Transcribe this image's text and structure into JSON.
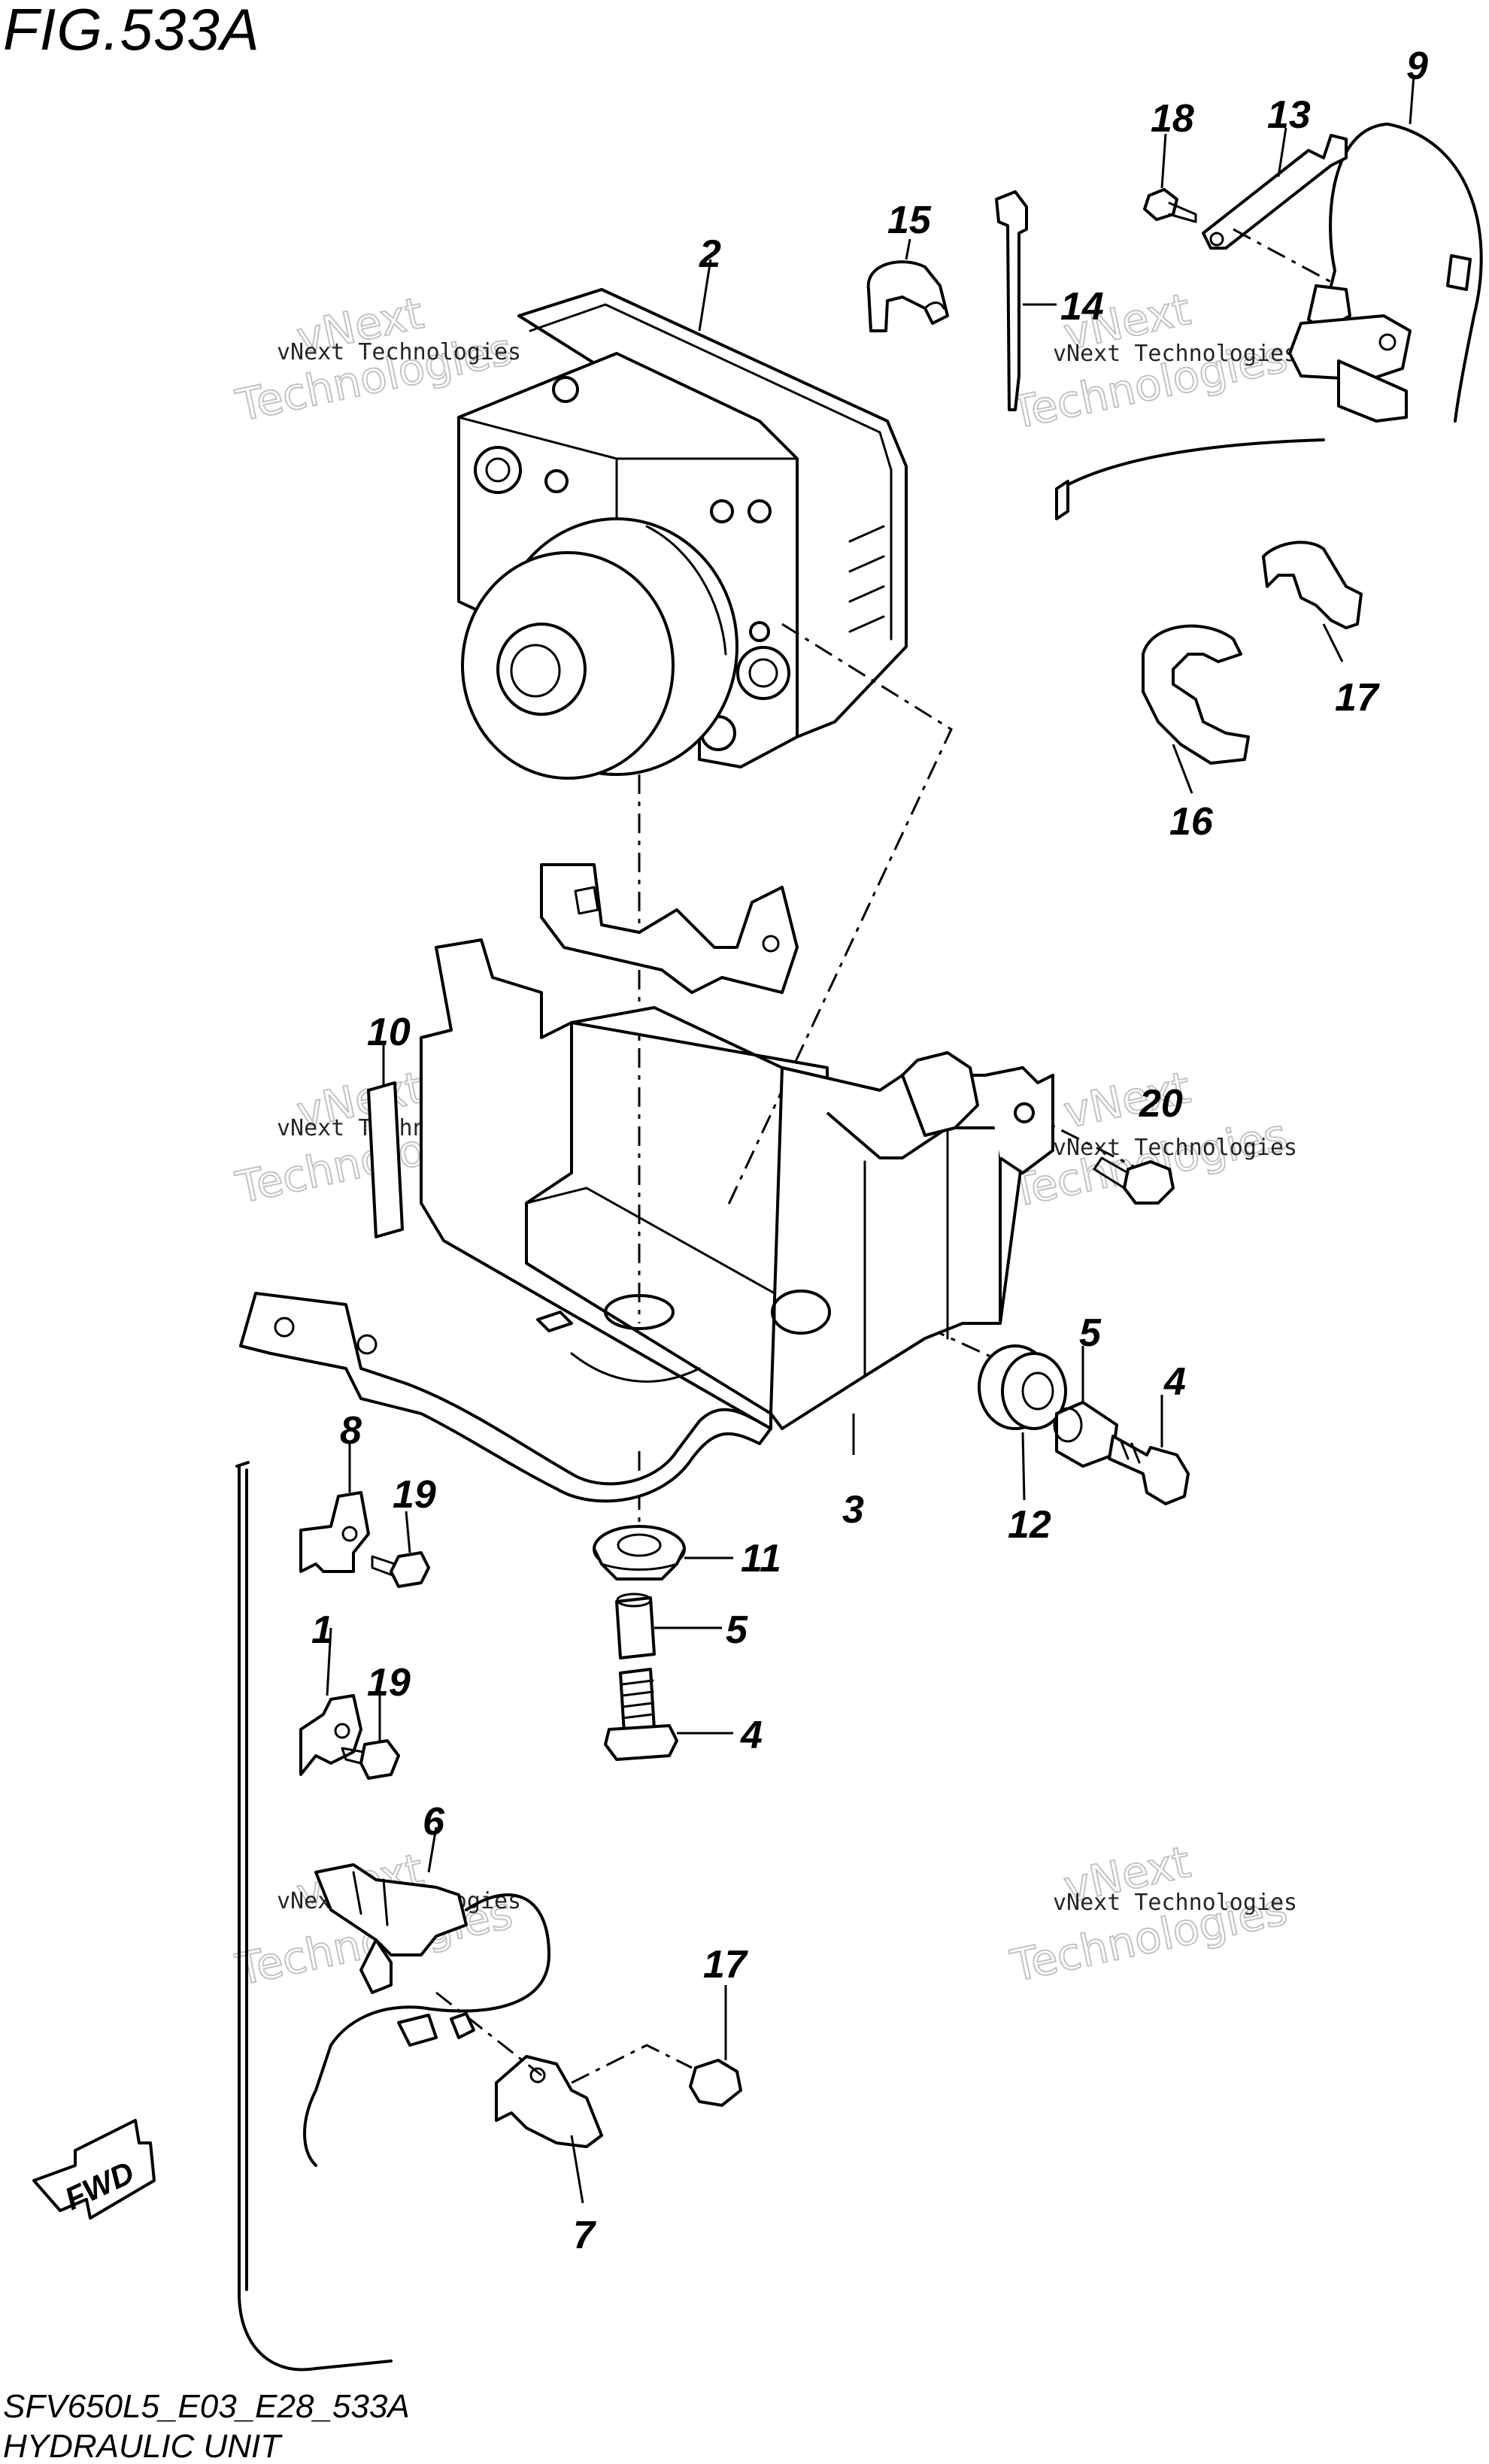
{
  "figure": {
    "title": "FIG.533A",
    "code": "SFV650L5_E03_E28_533A",
    "name": "HYDRAULIC UNIT"
  },
  "fwd_label": "FWD",
  "watermark": {
    "line1": "vNext Technologies",
    "line2": "Technologies",
    "line3": "vNext"
  },
  "callouts": {
    "c1": "1",
    "c2": "2",
    "c3": "3",
    "c4a": "4",
    "c4b": "4",
    "c5a": "5",
    "c5b": "5",
    "c6": "6",
    "c7": "7",
    "c8": "8",
    "c9": "9",
    "c10": "10",
    "c11": "11",
    "c12": "12",
    "c13": "13",
    "c14": "14",
    "c15": "15",
    "c16": "16",
    "c17a": "17",
    "c17b": "17",
    "c18": "18",
    "c19a": "19",
    "c19b": "19",
    "c20": "20"
  }
}
